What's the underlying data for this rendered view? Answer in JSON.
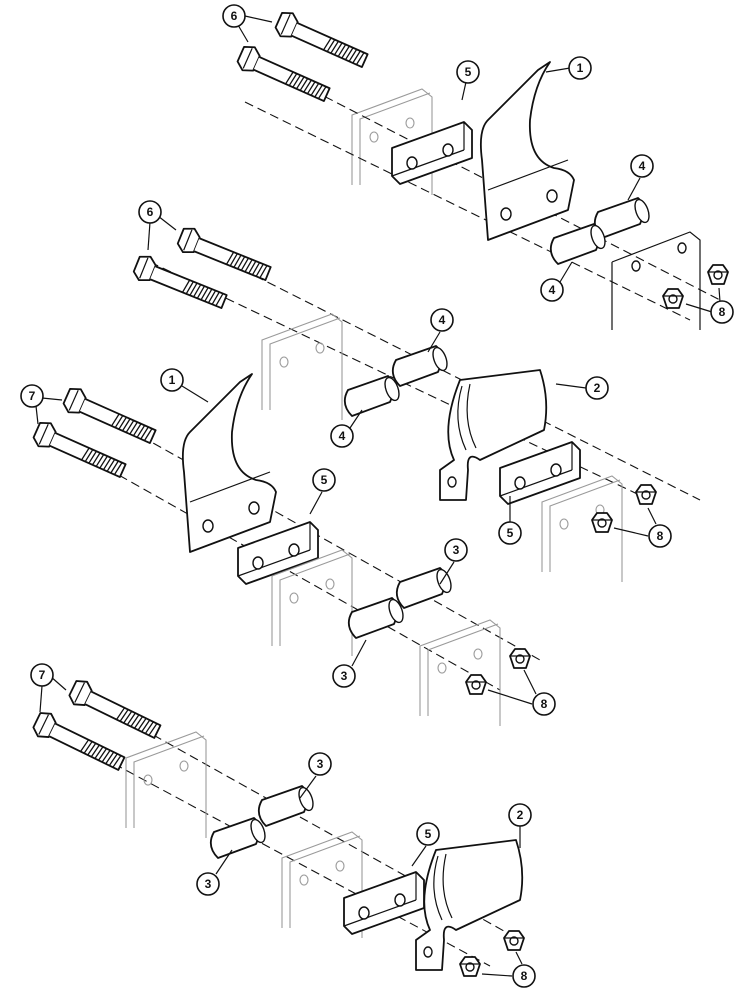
{
  "diagram": {
    "kind": "exploded parts view",
    "callouts": {
      "part_1": "1",
      "part_2": "2",
      "part_3": "3",
      "part_4": "4",
      "part_5": "5",
      "part_6": "6",
      "part_7": "7",
      "part_8": "8"
    }
  }
}
